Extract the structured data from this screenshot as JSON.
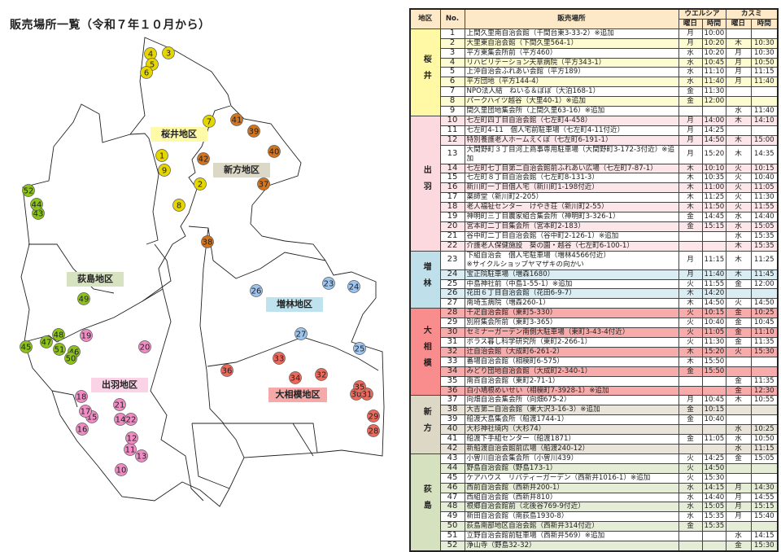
{
  "title": "販売場所一覧（令和７年１０月から）",
  "table": {
    "headers": {
      "area": "地区",
      "no": "No.",
      "place": "販売場所",
      "welcia": "ウエルシア",
      "kasumi": "カスミ",
      "day": "曜日",
      "time": "時間"
    },
    "districts": [
      {
        "name": "桜井",
        "map_label": "桜井地区",
        "area_color": "#fff9a6",
        "row_color": "#fdfbd2",
        "label_color": "#fffaa8",
        "marker_color": "#e6d600",
        "rows": [
          [
            "1",
            "上間久里南自治会館（千間台東3-33-2）※追加",
            "月",
            "10:00",
            null,
            null
          ],
          [
            "2",
            "大里東自治会館（下間久里564-1）",
            "月",
            "10:20",
            "木",
            "10:30"
          ],
          [
            "3",
            "平方東集会所前（平方460）",
            "水",
            "10:20",
            "月",
            "10:30"
          ],
          [
            "4",
            "リハビリテーション天草病院（平方343-1）",
            "水",
            "10:45",
            "月",
            "10:50"
          ],
          [
            "5",
            "上沖自治会ふれあい会館（平方189）",
            "水",
            "11:10",
            "月",
            "11:15"
          ],
          [
            "6",
            "平方団地（平方144-4）",
            "水",
            "11:40",
            "月",
            "11:40"
          ],
          [
            "7",
            "NPO法人結　ねいる＆ぽぽ（大泊168-1）",
            "金",
            "11:30",
            null,
            null
          ],
          [
            "8",
            "パークハイツ越谷（大里40-1）※追加",
            "金",
            "12:00",
            null,
            null
          ],
          [
            "9",
            "間久里団地集会所（上間久里63-16）※追加",
            null,
            null,
            "水",
            "11:40"
          ]
        ]
      },
      {
        "name": "出羽",
        "map_label": "出羽地区",
        "area_color": "#fbd9df",
        "row_color": "#fde6ea",
        "label_color": "#fbd3e6",
        "marker_color": "#f08cc4",
        "rows": [
          [
            "10",
            "七左町四丁目自治会館（七左町4-458）",
            "月",
            "14:00",
            "木",
            "14:10"
          ],
          [
            "11",
            "七左町4-11　個人宅前駐車場（七左町4-11付近）",
            "月",
            "14:25",
            null,
            null
          ],
          [
            "12",
            "特別養護老人ホームえくぼ（七左町6-191-1）",
            "月",
            "14:50",
            "木",
            "15:00"
          ],
          [
            "13",
            "大間野町３丁目河上商事専用駐車場（大間野町3-172-3付近）※追加",
            "月",
            "15:20",
            "木",
            "14:35"
          ],
          [
            "14",
            "七左町七丁目第二自治会館前ふれあい広場（七左町7-87-1）",
            "木",
            "10:10",
            "火",
            "10:15"
          ],
          [
            "15",
            "七左町８丁目自治会館（七左町8-131-3）",
            "木",
            "10:35",
            "火",
            "10:40"
          ],
          [
            "16",
            "新川町一丁目個人宅（新川町1-198付近）",
            "木",
            "11:00",
            "火",
            "11:05"
          ],
          [
            "17",
            "薬師堂（新川町2-205）",
            "木",
            "11:25",
            "火",
            "11:30"
          ],
          [
            "18",
            "老人福祉センター　けやき荘（新川町2-55）",
            "木",
            "11:50",
            "火",
            "11:55"
          ],
          [
            "19",
            "神明町三丁目農家組合集会所（神明町3-326-1）",
            "金",
            "14:45",
            "水",
            "14:40"
          ],
          [
            "20",
            "宮本町二丁目集会所（宮本町2-183）",
            "金",
            "15:15",
            "水",
            "15:05"
          ],
          [
            "21",
            "谷中町二丁目自治会館（谷中町2-126-1）※追加",
            null,
            null,
            "水",
            "15:35"
          ],
          [
            "22",
            "介護老人保健施設　葵の園・越谷（七左町6-100-1）",
            null,
            null,
            "木",
            "15:35"
          ]
        ]
      },
      {
        "name": "増林",
        "map_label": "増林地区",
        "area_color": "#bfe0ea",
        "row_color": "#daedf3",
        "label_color": "#bfe3ee",
        "marker_color": "#9cc4ee",
        "rows": [
          [
            "23",
            "下組自治会　個人宅駐車場（増林4566付近）\n※サイクルショップヤマザキの向かい",
            "月",
            "11:15",
            "木",
            "11:25"
          ],
          [
            "24",
            "宝正院駐車場（増森1680）",
            "月",
            "11:40",
            "木",
            "11:45"
          ],
          [
            "25",
            "中島神社前（中島1-55-1）※追加",
            "火",
            "11:55",
            "金",
            "12:00"
          ],
          [
            "26",
            "花田６丁目自治会館（花田6-9-7）",
            "木",
            "14:20",
            null,
            null
          ],
          [
            "27",
            "南埼玉病院（増森260-1）",
            "木",
            "14:50",
            "火",
            "14:50"
          ]
        ]
      },
      {
        "name": "大相模",
        "map_label": "大相模地区",
        "area_color": "#f98c8c",
        "row_color": "#f7abab",
        "label_color": "#f6a9a9",
        "marker_color": "#ec6a5c",
        "rows": [
          [
            "28",
            "千疋自治会館（東町5-330）",
            "火",
            "10:15",
            "金",
            "10:25"
          ],
          [
            "29",
            "別府集会所前（東町3-365）",
            "火",
            "10:40",
            "金",
            "10:45"
          ],
          [
            "30",
            "セミナーガーデン南側大駐車場（東町3-43-4付近）",
            "火",
            "11:05",
            "金",
            "11:10"
          ],
          [
            "31",
            "ポラス暮し科学研究所（東町2-266-1）",
            "火",
            "11:30",
            "金",
            "11:35"
          ],
          [
            "32",
            "辻自治会館（大成町6-261-2）",
            "木",
            "15:20",
            "火",
            "15:30"
          ],
          [
            "33",
            "番場自治会館（相模町6-575）",
            "木",
            "15:50",
            null,
            null
          ],
          [
            "34",
            "みどり団地自治会館（大成町2-340-1）",
            "金",
            "15:50",
            null,
            null
          ],
          [
            "35",
            "南百自治会館（東町2-71-1）",
            null,
            null,
            "金",
            "11:35"
          ],
          [
            "36",
            "白小鳩根めいせい（相模町7-3928-1）※追加",
            null,
            null,
            "金",
            "12:30"
          ]
        ]
      },
      {
        "name": "新方",
        "map_label": "新方地区",
        "area_color": "#ddd8c6",
        "row_color": "#e9e5da",
        "label_color": "#dcd8c8",
        "marker_color": "#d4741c",
        "rows": [
          [
            "37",
            "向畑自治会集会所（向畑675-2）",
            "月",
            "10:45",
            "木",
            "10:55"
          ],
          [
            "38",
            "大吉第二自治会館（東大沢3-16-3）※追加",
            "金",
            "10:15",
            null,
            null
          ],
          [
            "39",
            "船渡大島集会所（船渡1744-1）",
            "金",
            "10:40",
            null,
            null
          ],
          [
            "40",
            "大杉神社境内（大杉74）",
            null,
            null,
            "水",
            "10:25"
          ],
          [
            "41",
            "船渡下手組センター（船渡1871）",
            "金",
            "11:05",
            "水",
            "10:50"
          ],
          [
            "42",
            "新船渡自治会館前広場（船渡240-12）",
            null,
            null,
            "水",
            "11:15"
          ]
        ]
      },
      {
        "name": "荻島",
        "map_label": "荻島地区",
        "area_color": "#d6e2bf",
        "row_color": "#e6edd6",
        "label_color": "#d6e2c0",
        "marker_color": "#8cc21a",
        "rows": [
          [
            "43",
            "小曽川自治会集会所（小曽川439）",
            "火",
            "14:25",
            "金",
            "15:05"
          ],
          [
            "44",
            "野島自治会館（野島173-1）",
            "火",
            "14:50",
            null,
            null
          ],
          [
            "45",
            "ケアハウス　リバティーガーデン（西新井1016-1）※追加",
            "火",
            "15:30",
            null,
            null
          ],
          [
            "46",
            "西前自治会館（西新井200-1）",
            "水",
            "14:15",
            "月",
            "14:30"
          ],
          [
            "47",
            "西組自治会館（西新井810）",
            "水",
            "14:40",
            "月",
            "14:55"
          ],
          [
            "48",
            "根郷自治会館前（北後谷769-9付近）",
            "水",
            "15:05",
            "月",
            "15:15"
          ],
          [
            "49",
            "新田自治会館（南荻島1930-8）",
            "水",
            "15:35",
            "月",
            "15:40"
          ],
          [
            "50",
            "荻島南部地区自治会館（西新井314付近）",
            "金",
            "15:35",
            null,
            null
          ],
          [
            "51",
            "立野自治会館前駐車場（西新井569）※追加",
            null,
            null,
            "水",
            "14:15"
          ],
          [
            "52",
            "浄山寺（野島32-32）",
            null,
            null,
            "金",
            "15:30"
          ]
        ]
      }
    ]
  }
}
